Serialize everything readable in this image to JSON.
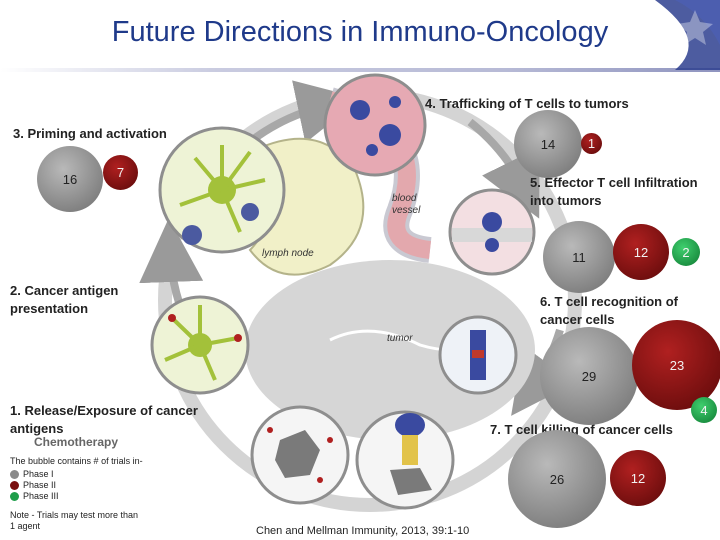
{
  "title": "Future Directions in Immuno-Oncology",
  "steps": {
    "s1": "1. Release/Exposure of cancer antigens",
    "s2": "2. Cancer antigen presentation",
    "s3": "3. Priming and activation",
    "s4": "4. Trafficking of T cells to tumors",
    "s5": "5. Effector T cell Infiltration into tumors",
    "s6": "6. T cell recognition of cancer cells",
    "s7": "7. T cell killing of cancer cells"
  },
  "chemotherapy": "Chemotherapy",
  "diagram_labels": {
    "blood_vessel": "blood vessel",
    "lymph_node": "lymph node",
    "tumor": "tumor"
  },
  "bubbles": [
    {
      "value": "16",
      "phase": "Phase I"
    },
    {
      "value": "7",
      "phase": "Phase II"
    },
    {
      "value": "14",
      "phase": "Phase I"
    },
    {
      "value": "1",
      "phase": "Phase II"
    },
    {
      "value": "11",
      "phase": "Phase I"
    },
    {
      "value": "12",
      "phase": "Phase II"
    },
    {
      "value": "2",
      "phase": "Phase III"
    },
    {
      "value": "29",
      "phase": "Phase I"
    },
    {
      "value": "23",
      "phase": "Phase II"
    },
    {
      "value": "4",
      "phase": "Phase III"
    },
    {
      "value": "26",
      "phase": "Phase I"
    },
    {
      "value": "12",
      "phase": "Phase II"
    }
  ],
  "legend": {
    "heading": "The bubble contains # of trials in-",
    "items": [
      "Phase I",
      "Phase II",
      "Phase III"
    ],
    "colors": [
      "#8a8a8a",
      "#7a1010",
      "#1f9e4a"
    ],
    "note": "Note - Trials may test more than 1 agent"
  },
  "citation": "Chen and Mellman Immunity, 2013, 39:1-10"
}
